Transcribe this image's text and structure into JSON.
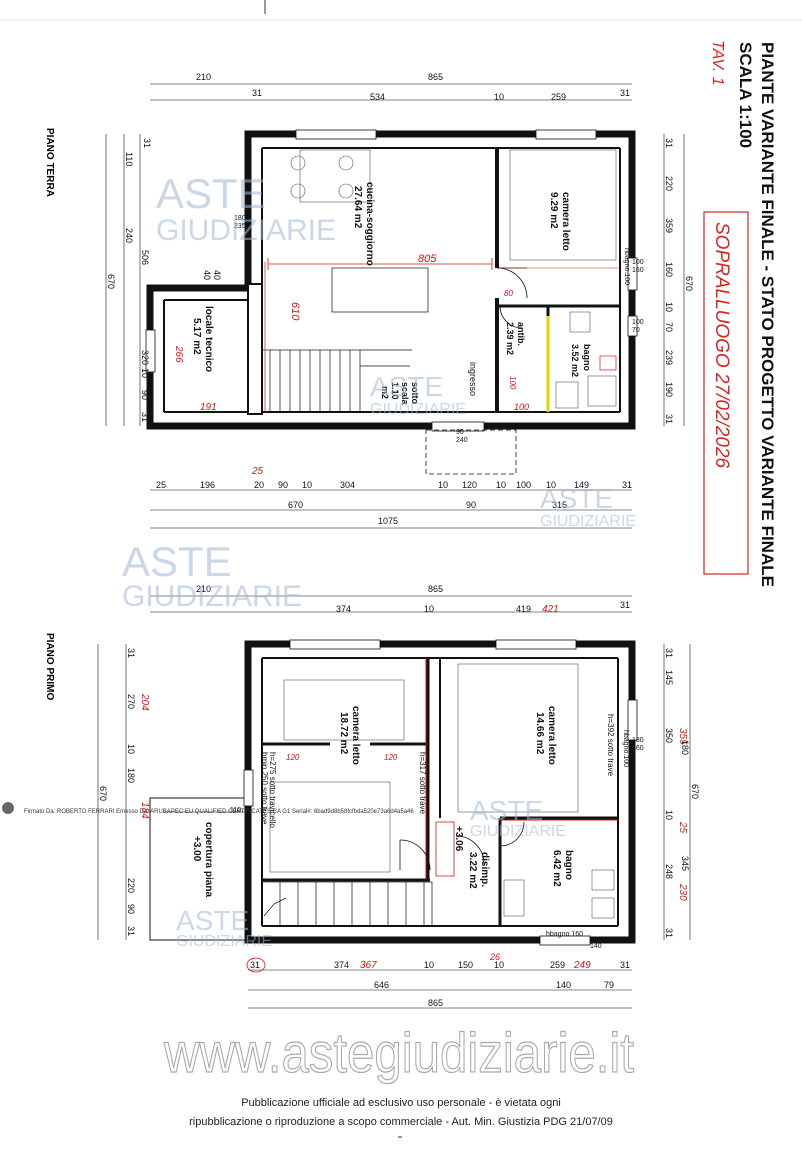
{
  "title": {
    "line1": "PIANTE VARIANTE FINALE - STATO PROGETTO VARIANTE FINALE",
    "line2": "SCALA 1:100",
    "handwritten_tav": "TAV. 1",
    "handwritten_sopralluogo": "SOPRALLUOGO 27/02/2026"
  },
  "floors": {
    "ground": "PIANO TERRA",
    "first": "PIANO PRIMO"
  },
  "rooms_ground": {
    "cucina_name": "cucina-soggiorno",
    "cucina_area": "27.64 m2",
    "camera_name": "camera letto",
    "camera_area": "9.29 m2",
    "locale_name": "locale tecnico",
    "locale_area": "5.17 m2",
    "antib_name": "antib.",
    "antib_area": "2.39 m2",
    "bagno_name": "bagno",
    "bagno_area": "3.52 m2",
    "ingresso": "ingresso",
    "sotto_name": "sotto",
    "sotto_scala": "scala",
    "sotto_val": "1.10",
    "sotto_unit": "m2"
  },
  "rooms_first": {
    "camera1_name": "camera letto",
    "camera1_area": "18.72 m2",
    "camera2_name": "camera letto",
    "camera2_area": "14.66 m2",
    "bagno_name": "bagno",
    "bagno_area": "6.42 m2",
    "disimp_name": "disimp.",
    "disimp_area": "3.22 m2",
    "copertura_name": "copertura piana",
    "copertura_val": "+3.00",
    "quota": "+3.06",
    "h_trave1": "h=275 sotto travicello",
    "h_trave2": "hmin.250 sotto trave",
    "h_317": "h=317 sotto trave",
    "h_392": "h=392 sotto trave"
  },
  "dims_ground": {
    "top_total": "865",
    "top_offset": "210",
    "top_31a": "31",
    "top_534": "534",
    "top_10": "10",
    "top_259": "259",
    "top_31b": "31",
    "left_31": "31",
    "left_110": "110",
    "left_240": "240",
    "left_506": "506",
    "left_670": "670",
    "left_40a": "40",
    "left_40b": "40",
    "left_320": "320",
    "left_10": "10",
    "left_90": "90",
    "left_31b": "31",
    "right_31": "31",
    "right_220": "220",
    "right_359": "359",
    "right_160": "160",
    "right_10": "10",
    "right_70": "70",
    "right_239": "239",
    "right_190": "190",
    "right_670": "670",
    "right_31b": "31",
    "hbagno": "hbagno.100",
    "w100a": "100",
    "w160": "160",
    "w100b": "100",
    "w70": "70",
    "w180": "180",
    "w235": "235",
    "w90": "90",
    "w240": "240",
    "red_805": "805",
    "red_610": "610",
    "red_266": "266",
    "red_191": "191",
    "red_100a": "100",
    "red_100b": "100",
    "red_80": "80"
  },
  "dims_middle": {
    "row1": [
      "25",
      "196",
      "20",
      "90",
      "10",
      "304",
      "10",
      "120",
      "10",
      "100",
      "10",
      "149",
      "31"
    ],
    "red_25": "25",
    "row2_670": "670",
    "row2_90": "90",
    "row2_315": "315",
    "row3_1075": "1075"
  },
  "dims_first": {
    "top_offset": "210",
    "top_total": "865",
    "top_374": "374",
    "top_10": "10",
    "top_419": "419",
    "top_421_red": "421",
    "top_31": "31",
    "left_31": "31",
    "left_270": "270",
    "left_204_red": "204",
    "left_10": "10",
    "left_180": "180",
    "left_670": "670",
    "left_184_red": "184",
    "left_220": "220",
    "left_90": "90",
    "left_31b": "31",
    "right_31": "31",
    "right_145": "145",
    "right_350": "350",
    "right_355_red": "355",
    "right_180": "180",
    "right_10": "10",
    "right_25_red": "25",
    "right_345": "345",
    "right_248": "248",
    "right_230_red": "230",
    "right_670": "670",
    "right_31b": "31",
    "bottom_31": "31",
    "bottom_374": "374",
    "bottom_367_red": "367",
    "bottom_10a": "10",
    "bottom_150": "150",
    "bottom_26_red": "26",
    "bottom_10b": "10",
    "bottom_259": "259",
    "bottom_249_red": "249",
    "bottom_31b": "31",
    "bottom_646": "646",
    "bottom_140": "140",
    "bottom_79": "79",
    "bottom_865": "865",
    "hbagno100": "hbagno.100",
    "hbagno160": "hbagno.160",
    "w180": "180",
    "w160": "160",
    "w140": "140",
    "w110": "110",
    "red_120a": "120",
    "red_120b": "120"
  },
  "signature": "Firmato Da: ROBERTO FERRARI Emesso Da: ARUBAPEC EU QUALIFIED CERTIFICATES CA G1 Serial#: 6bad9d8b58fcfbda520e73a6d4a5a46",
  "watermark": {
    "brand1": "ASTE",
    "brand2": "GIUDIZIARIE",
    "site": "www.astegiudiziarie.it"
  },
  "footer": {
    "line1": "Pubblicazione ufficiale ad esclusivo uso personale - è vietata ogni",
    "line2": "ripubblicazione o riproduzione a scopo commerciale - Aut. Min. Giustizia PDG 21/07/09"
  }
}
